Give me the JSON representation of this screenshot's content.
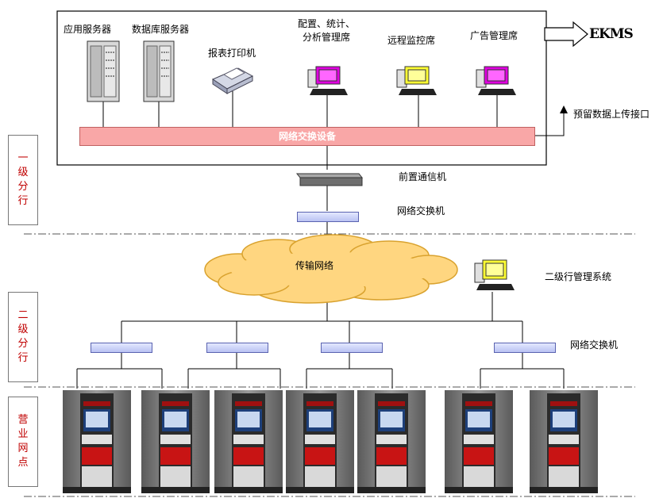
{
  "top_box": {
    "app_server": "应用服务器",
    "db_server": "数据库服务器",
    "report_printer": "报表打印机",
    "config_line1": "配置、统计、",
    "config_line2": "分析管理席",
    "remote_monitor": "远程监控席",
    "ad_management": "广告管理席",
    "network_switch_device": "网络交换设备"
  },
  "ekms": "EKMS",
  "reserved_upload": "预留数据上传接口",
  "front_comm": "前置通信机",
  "switch_level1": "网络交换机",
  "transport_network": "传输网络",
  "level2_mgmt": "二级行管理系统",
  "switch_level2": "网络交换机",
  "side_labels": {
    "level1": [
      "一",
      "级",
      "分",
      "行"
    ],
    "level2": [
      "二",
      "级",
      "分",
      "行"
    ],
    "outlets": [
      "营",
      "业",
      "网",
      "点"
    ]
  },
  "colors": {
    "bar_fill": "#f9a7a7",
    "pc_magenta": "#e000e0",
    "pc_yellow": "#ffff66",
    "side_text": "#c00000"
  }
}
